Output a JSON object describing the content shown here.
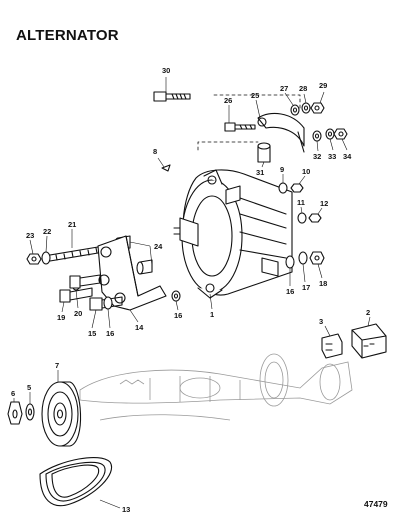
{
  "title": "ALTERNATOR",
  "figure_number": "47479",
  "part_labels": [
    "30",
    "26",
    "25",
    "27",
    "28",
    "29",
    "8",
    "32",
    "33",
    "34",
    "31",
    "9",
    "10",
    "11",
    "12",
    "21",
    "22",
    "23",
    "24",
    "19",
    "20",
    "15",
    "16",
    "14",
    "16",
    "1",
    "16",
    "17",
    "18",
    "3",
    "2",
    "7",
    "5",
    "6",
    "13"
  ]
}
